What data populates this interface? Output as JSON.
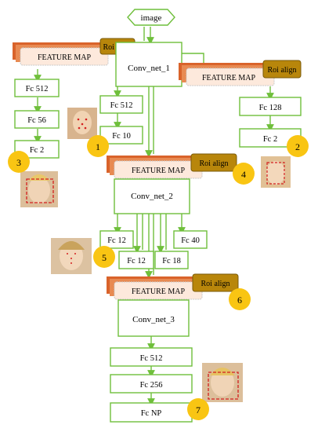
{
  "colors": {
    "box_border": "#6fbf3b",
    "arrow": "#6fbf3b",
    "fm_fill": "#fde9dc",
    "fm_stack": "#d9632b",
    "roi_fill": "#b8860b",
    "roi_border": "#7a5a08",
    "badge_fill": "#f9c513",
    "hexagon_border": "#6fbf3b"
  },
  "input": {
    "label": "image"
  },
  "feature_maps": [
    {
      "id": "fm1",
      "label": "FEATURE MAP",
      "roi_label": "Roi align"
    },
    {
      "id": "fm2",
      "label": "FEATURE MAP",
      "roi_label": "Roi align"
    },
    {
      "id": "fm3",
      "label": "FEATURE MAP",
      "roi_label": "Roi align"
    },
    {
      "id": "fm4",
      "label": "FEATURE MAP",
      "roi_label": "Roi align"
    }
  ],
  "conv_nets": [
    {
      "id": "conv1",
      "label": "Conv_net_1"
    },
    {
      "id": "conv2",
      "label": "Conv_net_2"
    },
    {
      "id": "conv3",
      "label": "Conv_net_3"
    }
  ],
  "fc_layers": [
    {
      "id": "fc_l1",
      "label": "Fc 512"
    },
    {
      "id": "fc_l2",
      "label": "Fc 56"
    },
    {
      "id": "fc_l3",
      "label": "Fc 2"
    },
    {
      "id": "fc_m1",
      "label": "Fc 512"
    },
    {
      "id": "fc_m2",
      "label": "Fc 10"
    },
    {
      "id": "fc_r1",
      "label": "Fc 128"
    },
    {
      "id": "fc_r2",
      "label": "Fc 2"
    },
    {
      "id": "fc_a",
      "label": "Fc 12"
    },
    {
      "id": "fc_b",
      "label": "Fc 40"
    },
    {
      "id": "fc_c",
      "label": "Fc 12"
    },
    {
      "id": "fc_d",
      "label": "Fc 18"
    },
    {
      "id": "fc_e",
      "label": "Fc 512"
    },
    {
      "id": "fc_f",
      "label": "Fc 256"
    },
    {
      "id": "fc_g",
      "label": "Fc NP"
    }
  ],
  "badges": [
    "1",
    "2",
    "3",
    "4",
    "5",
    "6",
    "7"
  ]
}
